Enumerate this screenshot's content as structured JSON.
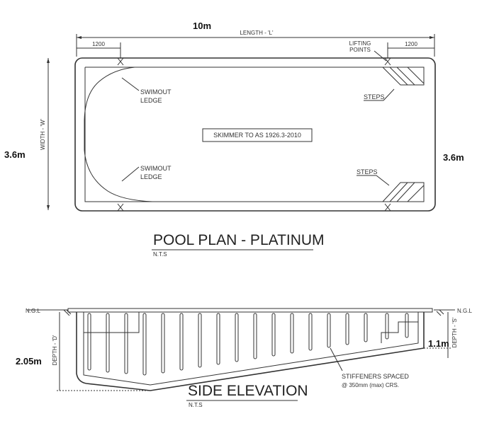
{
  "plan": {
    "overall_length": "10m",
    "length_label": "LENGTH - 'L'",
    "dim_left": "1200",
    "dim_right": "1200",
    "lifting_points": [
      "LIFTING",
      "POINTS"
    ],
    "width_label": "WIDTH - 'W'",
    "width_left": "3.6m",
    "width_right": "3.6m",
    "swimout_top": [
      "SWIMOUT",
      "LEDGE"
    ],
    "swimout_bottom": [
      "SWIMOUT",
      "LEDGE"
    ],
    "steps_top": "STEPS",
    "steps_bottom": "STEPS",
    "skimmer": "SKIMMER TO AS 1926.3-2010",
    "title": "POOL PLAN - PLATINUM",
    "nts": "N.T.S"
  },
  "elevation": {
    "ngl_left": "N.G.L",
    "ngl_right": "N.G.L",
    "depth_deep_label": "DEPTH - 'D'",
    "depth_deep": "2.05m",
    "depth_shallow_label": "DEPTH - 'S'",
    "depth_shallow": "1.1m",
    "stiffeners": [
      "STIFFENERS SPACED",
      "@ 350mm (max) CRS."
    ],
    "title": "SIDE ELEVATION",
    "nts": "N.T.S"
  }
}
